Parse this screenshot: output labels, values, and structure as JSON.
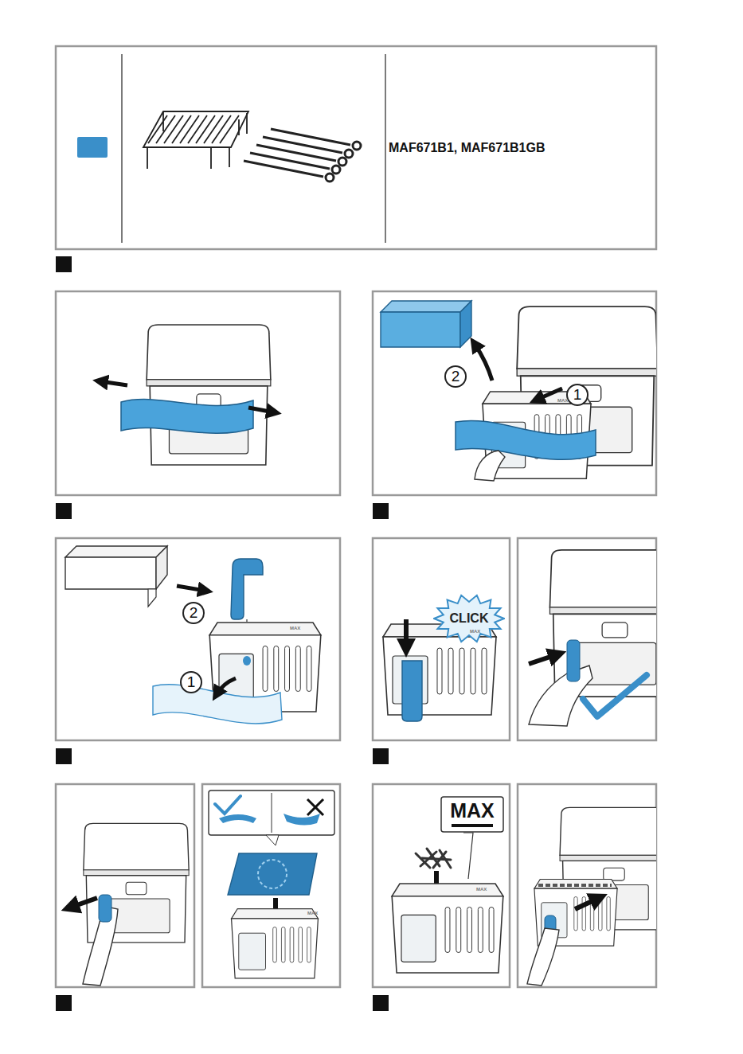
{
  "diagram": {
    "nodes": [
      {
        "text": [
          "MAF671B1, MAF671B1GB"
        ]
      },
      {
        "text": [
          "1"
        ]
      },
      {
        "text": [
          "2"
        ]
      },
      {
        "text": [
          "2"
        ]
      },
      {
        "text": [
          "1"
        ]
      },
      {
        "text": [
          "CLICK"
        ]
      },
      {
        "text": [
          "MAX"
        ]
      }
    ],
    "labels": [
      "MAX",
      "MAX",
      "MAX",
      "MAX",
      "MAX"
    ]
  }
}
